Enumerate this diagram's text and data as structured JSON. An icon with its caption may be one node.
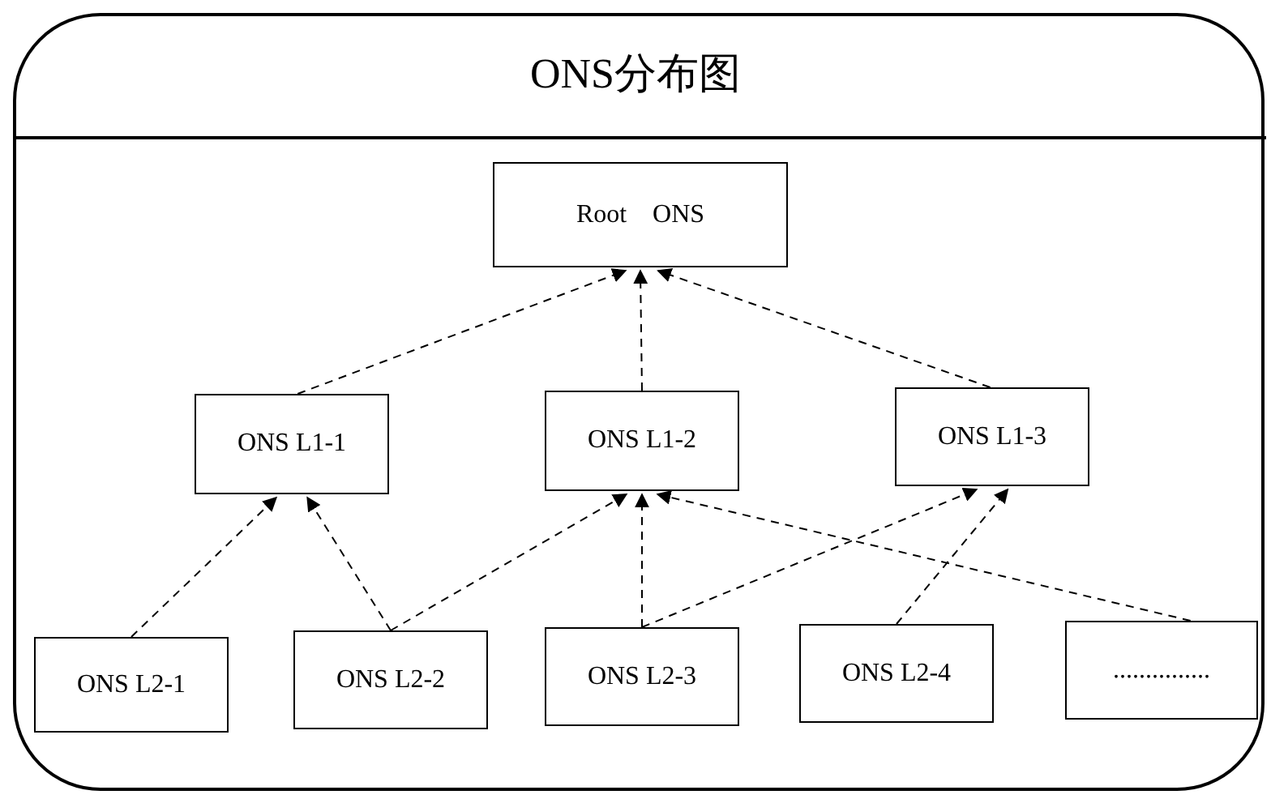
{
  "diagram": {
    "title": "ONS分布图",
    "nodes": [
      {
        "text": [
          "Root　ONS"
        ]
      },
      {
        "text": [
          "ONS L1-1"
        ]
      },
      {
        "text": [
          "ONS L1-2"
        ]
      },
      {
        "text": [
          "ONS L1-3"
        ]
      },
      {
        "text": [
          "ONS L2-1"
        ]
      },
      {
        "text": [
          "ONS L2-2"
        ]
      },
      {
        "text": [
          "ONS L2-3"
        ]
      },
      {
        "text": [
          "ONS L2-4"
        ]
      },
      {
        "text": [
          "..............."
        ]
      }
    ],
    "edges": [
      {
        "from": 1,
        "to": 0,
        "arrow": "to",
        "style": "dashed"
      },
      {
        "from": 2,
        "to": 0,
        "arrow": "to",
        "style": "dashed"
      },
      {
        "from": 3,
        "to": 0,
        "arrow": "to",
        "style": "dashed"
      },
      {
        "from": 4,
        "to": 1,
        "arrow": "to",
        "style": "dashed"
      },
      {
        "from": 5,
        "to": 1,
        "arrow": "to",
        "style": "dashed"
      },
      {
        "from": 5,
        "to": 2,
        "arrow": "to",
        "style": "dashed"
      },
      {
        "from": 6,
        "to": 2,
        "arrow": "to",
        "style": "dashed"
      },
      {
        "from": 8,
        "to": 2,
        "arrow": "to",
        "style": "dashed"
      },
      {
        "from": 6,
        "to": 3,
        "arrow": "to",
        "style": "dashed"
      },
      {
        "from": 7,
        "to": 3,
        "arrow": "to",
        "style": "dashed"
      }
    ]
  }
}
